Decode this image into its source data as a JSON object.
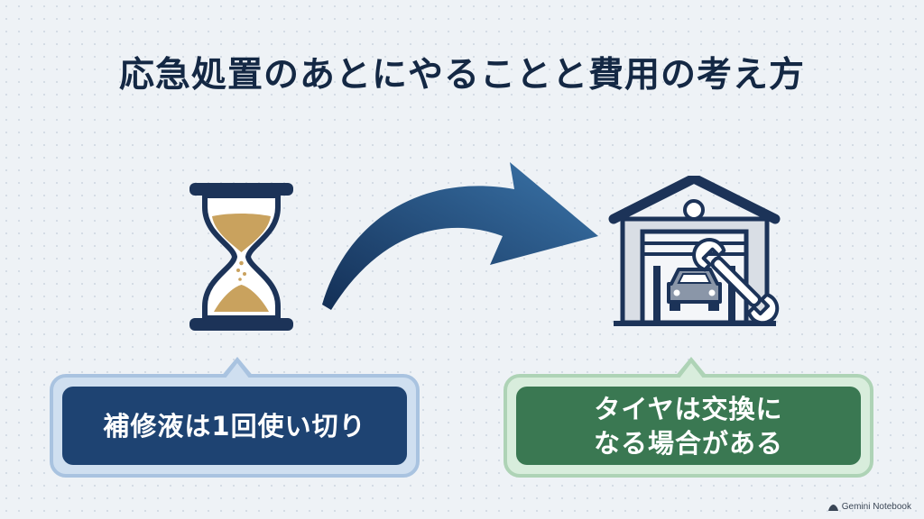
{
  "title": "応急処置のあとにやることと費用の考え方",
  "left_card": {
    "text": "補修液は1回使い切り",
    "icon": "hourglass-icon"
  },
  "right_card": {
    "line1": "タイヤは交換に",
    "line2": "なる場合がある",
    "icon": "garage-repair-icon"
  },
  "connector": {
    "icon": "curved-arrow-icon"
  },
  "watermark": {
    "text": "Gemini Notebook"
  },
  "colors": {
    "title": "#142844",
    "blue_card": "#1e4372",
    "green_card": "#3a7852",
    "sand": "#c9a25e",
    "arrow_dark": "#132f56",
    "arrow_light": "#3b75aa"
  }
}
